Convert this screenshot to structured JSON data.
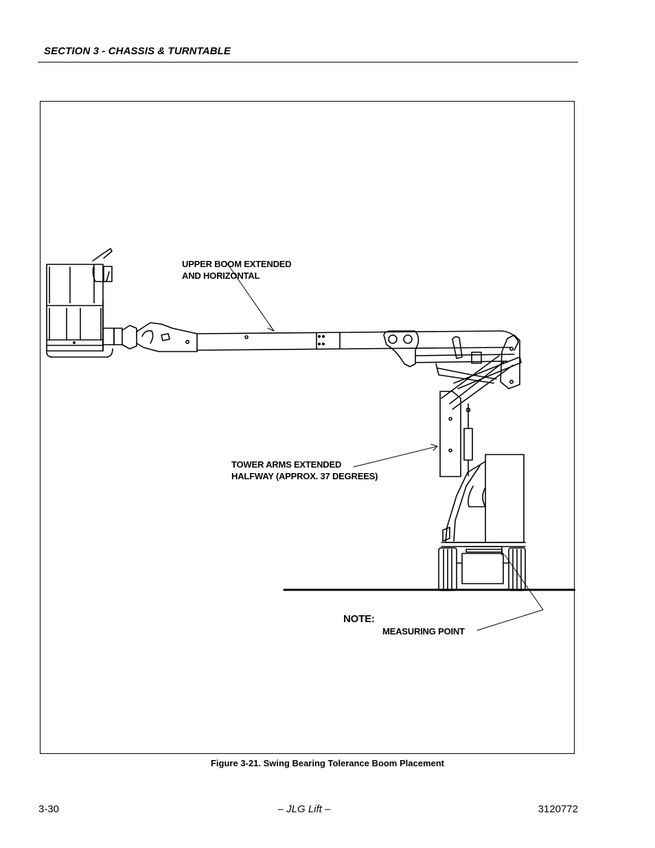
{
  "header": {
    "section": "SECTION 3 - CHASSIS & TURNTABLE"
  },
  "figure": {
    "callouts": {
      "upper_boom": [
        "UPPER BOOM EXTENDED",
        "AND HORIZONTAL"
      ],
      "tower_arms": [
        "TOWER ARMS EXTENDED",
        "HALFWAY (APPROX. 37 DEGREES)"
      ],
      "note_title": "NOTE:",
      "measuring_point": "MEASURING POINT"
    },
    "caption": "Figure 3-21.  Swing Bearing Tolerance Boom Placement"
  },
  "footer": {
    "page": "3-30",
    "brand": "– JLG Lift –",
    "doc_number": "3120772"
  },
  "icons": [
    "aerial-lift-illustration"
  ]
}
